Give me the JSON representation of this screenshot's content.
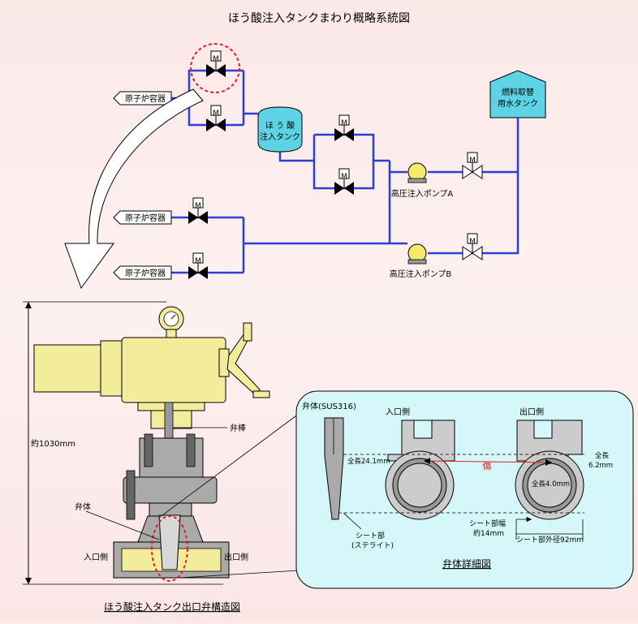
{
  "title": "ほう酸注入タンクまわり概略系統図",
  "system": {
    "reactor_label": "原子炉容器",
    "motor_label": "M",
    "boric_tank_line1": "ほ う 酸",
    "boric_tank_line2": "注入タンク",
    "refuel_tank_line1": "燃料取替",
    "refuel_tank_line2": "用水タンク",
    "pump_a": "高圧注入ポンプA",
    "pump_b": "高圧注入ポンプB"
  },
  "valve": {
    "height_label": "約1030mm",
    "stem_label": "弁棒",
    "body_label": "弁体",
    "inlet_label": "入口側",
    "outlet_label": "出口側",
    "caption": "ほう酸注入タンク出口弁構造図"
  },
  "detail": {
    "body_material": "弁体(SUS316)",
    "inlet": "入口側",
    "outlet": "出口側",
    "inlet_length": "全長24.1mm",
    "outlet_length_1": "全長",
    "outlet_length_2": "6.2mm",
    "outlet_length_3": "全長4.0mm",
    "flaw": "傷",
    "seat_1": "シート部",
    "seat_2": "(ステライト)",
    "seat_width_1": "シート部幅",
    "seat_width_2": "約14mm",
    "seat_diameter": "シート部外径92mm",
    "caption": "弁体詳細図"
  }
}
